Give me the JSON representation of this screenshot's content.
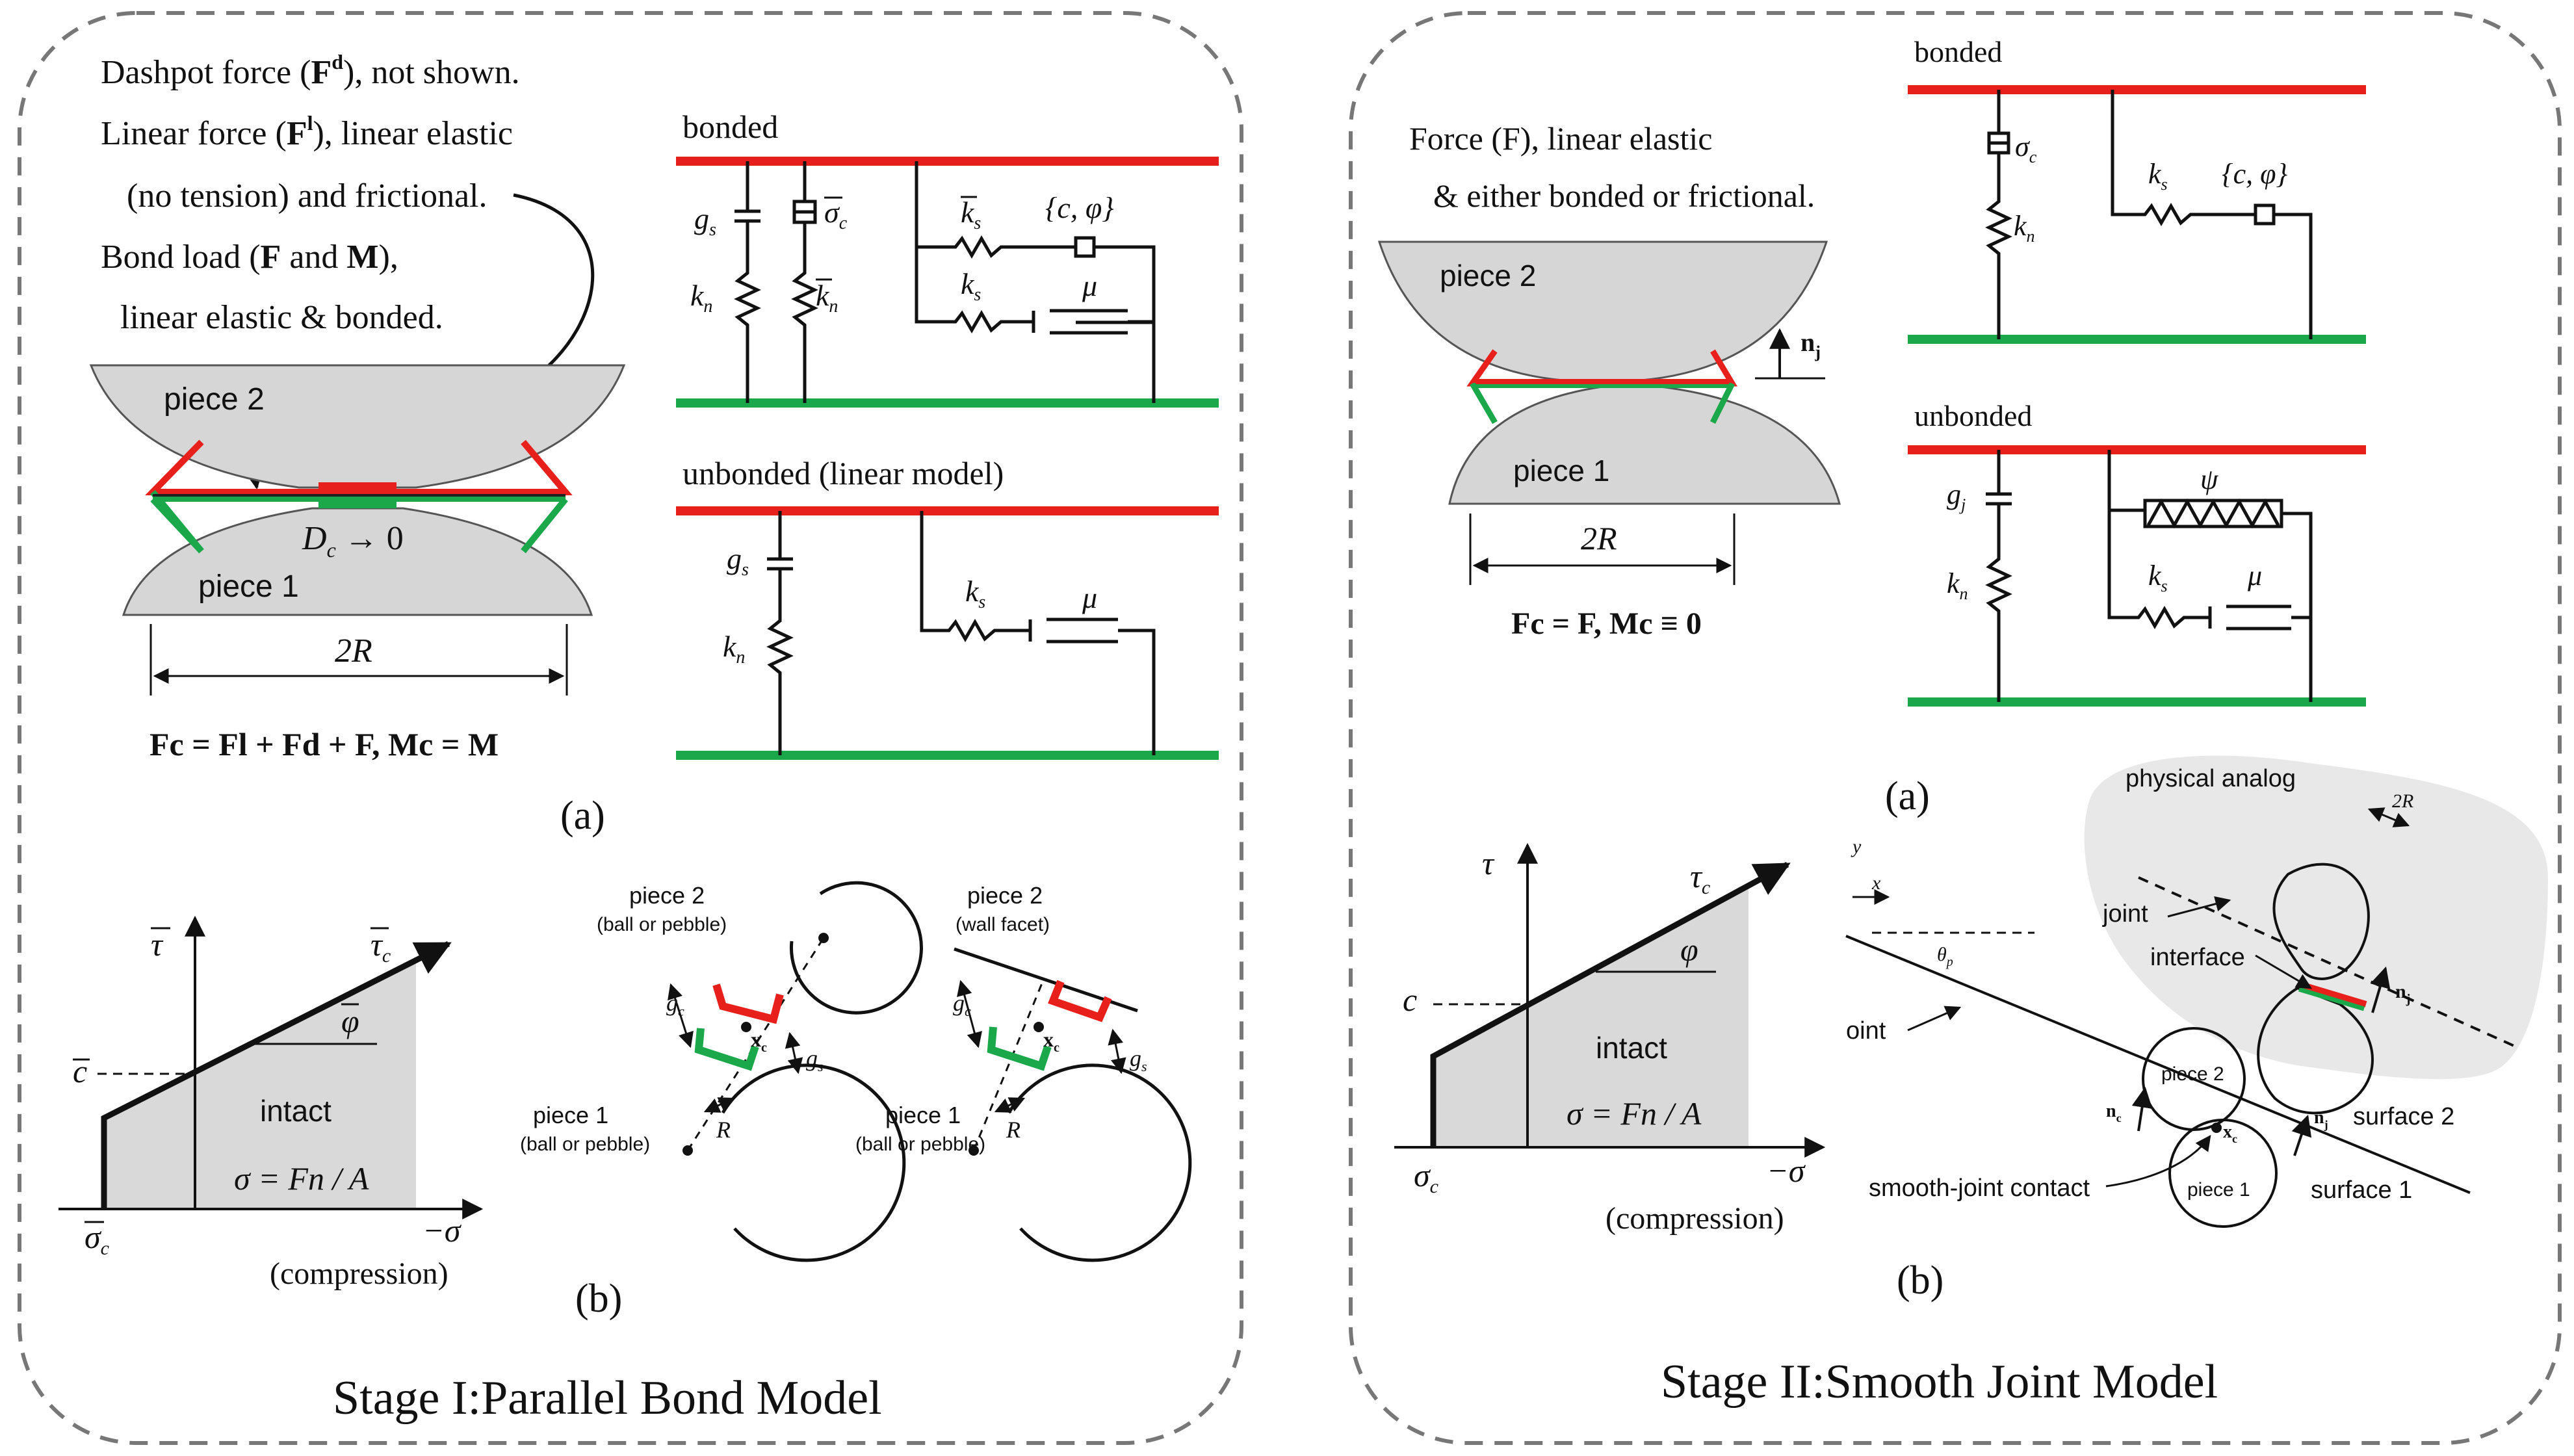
{
  "colors": {
    "bond_red": "#e8201c",
    "base_green": "#1aa84a",
    "piece_fill": "#d6d6d6",
    "panel_border": "#777777",
    "intact_fill": "#d9d9d9",
    "analog_fill": "#e8e8e8"
  },
  "stage1": {
    "title": "Stage I:Parallel Bond Model",
    "notes": {
      "dashpot_a": "Dashpot force",
      "dashpot_sym": "F",
      "dashpot_sup": "d",
      "dashpot_b": ", not shown.",
      "linear_a": "Linear force",
      "linear_sym": "F",
      "linear_sup": "l",
      "linear_b": ", linear elastic",
      "linear_c": "(no tension) and frictional.",
      "bond_a": "Bond load",
      "bond_sym1": "F",
      "bond_and": "and",
      "bond_sym2": "M",
      "bond_b": ",",
      "bond_c": "linear elastic & bonded."
    },
    "piece2": "piece 2",
    "piece1": "piece 1",
    "dc_label": "D",
    "dc_sub": "c",
    "dc_tail": "→ 0",
    "width_label": "2R",
    "equation": "Fc = Fl + Fd + F, Mc = M",
    "sub_a": "(a)",
    "sub_b": "(b)",
    "circuit_bonded": {
      "label": "bonded",
      "gs": "g",
      "gs_sub": "s",
      "kn": "k",
      "kn_sub": "n",
      "sigma_c": "σ",
      "sigma_sub": "c",
      "kn_bar": "k",
      "kn_bar_sub": "n",
      "ks_bar": "k",
      "ks_bar_sub": "s",
      "c_phi": "{c, φ}",
      "ks": "k",
      "ks_sub": "s",
      "mu": "μ"
    },
    "circuit_unbonded": {
      "label": "unbonded (linear model)",
      "gs": "g",
      "gs_sub": "s",
      "kn": "k",
      "kn_sub": "n",
      "ks": "k",
      "ks_sub": "s",
      "mu": "μ"
    },
    "envelope": {
      "tau": "τ",
      "tau_c": "τ",
      "tau_c_sub": "c",
      "c": "c",
      "phi": "φ",
      "intact": "intact",
      "sigma_eq": "σ = Fn / A",
      "sigma_c": "σ",
      "sigma_c_sub": "c",
      "neg_sigma": "−σ",
      "compression": "(compression)"
    },
    "geom_ball": {
      "piece2": "piece 2",
      "piece2_sub": "(ball or pebble)",
      "piece1": "piece 1",
      "piece1_sub": "(ball or pebble)",
      "gc": "g",
      "gc_sub": "c",
      "gs": "g",
      "gs_sub": "s",
      "xc": "x",
      "xc_sub": "c",
      "R": "R"
    },
    "geom_wall": {
      "piece2": "piece 2",
      "piece2_sub": "(wall facet)",
      "piece1": "piece 1",
      "piece1_sub": "(ball or pebble)",
      "gc": "g",
      "gc_sub": "c",
      "gs": "g",
      "gs_sub": "s",
      "xc": "x",
      "xc_sub": "c",
      "R": "R"
    }
  },
  "stage2": {
    "title": "Stage II:Smooth Joint Model",
    "notes": {
      "line1": "Force (F), linear elastic",
      "line2": "& either bonded or frictional."
    },
    "piece2": "piece 2",
    "piece1": "piece 1",
    "nj": "n",
    "nj_sub": "j",
    "width_label": "2R",
    "equation": "Fc = F, Mc ≡ 0",
    "sub_a": "(a)",
    "sub_b": "(b)",
    "circuit_bonded": {
      "label": "bonded",
      "sigma": "σ",
      "sigma_sub": "c",
      "kn": "k",
      "kn_sub": "n",
      "ks": "k",
      "ks_sub": "s",
      "c_phi": "{c, φ}"
    },
    "circuit_unbonded": {
      "label": "unbonded",
      "gj": "g",
      "gj_sub": "j",
      "kn": "k",
      "kn_sub": "n",
      "psi": "ψ",
      "ks": "k",
      "ks_sub": "s",
      "mu": "μ"
    },
    "envelope": {
      "tau": "τ",
      "tau_c": "τ",
      "tau_c_sub": "c",
      "c": "c",
      "phi": "φ",
      "intact": "intact",
      "sigma_eq": "σ = Fn / A",
      "sigma_c": "σ",
      "sigma_c_sub": "c",
      "neg_sigma": "−σ",
      "compression": "(compression)"
    },
    "joint_geom": {
      "physical_analog": "physical analog",
      "two_r": "2R",
      "joint": "joint",
      "interface": "interface",
      "nj": "n",
      "nj_sub": "j",
      "y": "y",
      "x": "x",
      "theta": "θ",
      "theta_sub": "p",
      "joint_lower": "oint",
      "piece2": "piece 2",
      "piece1": "piece 1",
      "nc": "n",
      "nc_sub": "c",
      "xc": "x",
      "xc_sub": "c",
      "nj2": "n",
      "nj2_sub": "j",
      "surface2": "surface 2",
      "surface1": "surface 1",
      "smooth_contact": "smooth-joint contact"
    }
  }
}
